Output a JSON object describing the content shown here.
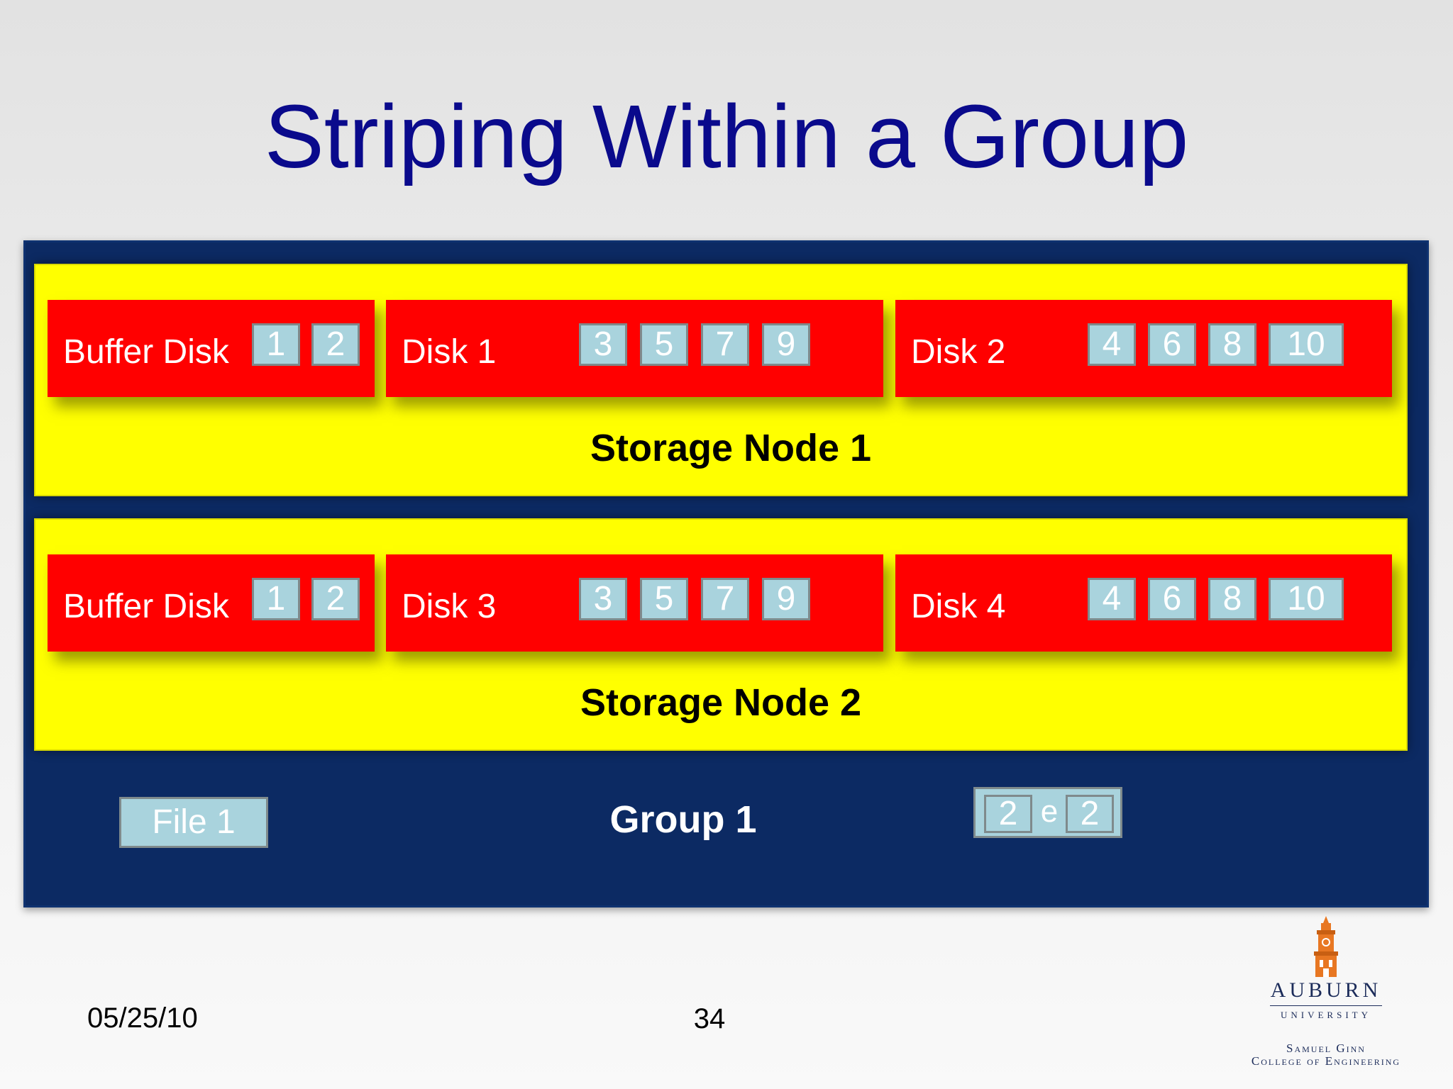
{
  "title": "Striping Within a Group",
  "group": {
    "label": "Group 1",
    "file_label": "File 1",
    "stripe_box": {
      "left": "2",
      "middle": "e",
      "right": "2"
    }
  },
  "nodes": [
    {
      "label": "Storage Node 1",
      "disks": [
        {
          "label": "Buffer Disk",
          "blocks": [
            "1",
            "2"
          ]
        },
        {
          "label": "Disk 1",
          "blocks": [
            "3",
            "5",
            "7",
            "9"
          ]
        },
        {
          "label": "Disk 2",
          "blocks": [
            "4",
            "6",
            "8",
            "10"
          ]
        }
      ]
    },
    {
      "label": "Storage Node 2",
      "disks": [
        {
          "label": "Buffer Disk",
          "blocks": [
            "1",
            "2"
          ]
        },
        {
          "label": "Disk 3",
          "blocks": [
            "3",
            "5",
            "7",
            "9"
          ]
        },
        {
          "label": "Disk 4",
          "blocks": [
            "4",
            "6",
            "8",
            "10"
          ]
        }
      ]
    }
  ],
  "footer": {
    "date": "05/25/10",
    "page": "34"
  },
  "logo": {
    "name": "AUBURN",
    "sub": "UNIVERSITY",
    "line1": "Samuel Ginn",
    "line2": "College of Engineering"
  },
  "colors": {
    "title": "#0a0a8c",
    "group_bg": "#0c2a63",
    "node_bg": "#ffff00",
    "disk_bg": "#ff0000",
    "block_bg": "#a9d3dd"
  }
}
